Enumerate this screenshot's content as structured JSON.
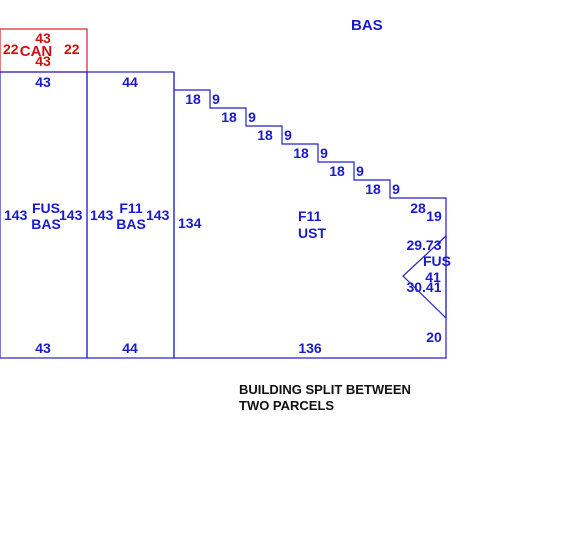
{
  "title_label": "BAS",
  "canopy": {
    "code": "CAN",
    "top": "43",
    "bottom": "43",
    "left": "22",
    "right": "22"
  },
  "section_a": {
    "top": "43",
    "bottom": "43",
    "left": "143",
    "right": "143",
    "code_line1": "FUS",
    "code_line2": "BAS"
  },
  "section_b": {
    "top": "44",
    "bottom": "44",
    "left": "143",
    "right": "143",
    "code_line1": "F11",
    "code_line2": "BAS"
  },
  "section_c": {
    "left": "134",
    "bottom": "136",
    "code_line1": "F11",
    "code_line2": "UST",
    "steps": [
      {
        "run": "18",
        "rise": "9"
      },
      {
        "run": "18",
        "rise": "9"
      },
      {
        "run": "18",
        "rise": "9"
      },
      {
        "run": "18",
        "rise": "9"
      },
      {
        "run": "18",
        "rise": "9"
      },
      {
        "run": "18",
        "rise": "9"
      }
    ],
    "top_right": "28",
    "right_upper": "19",
    "right_lower": "20"
  },
  "triangle": {
    "code_line1": "FUS",
    "code_line2": "41",
    "upper": "29.73",
    "lower": "30.41"
  },
  "note": {
    "line1": "BUILDING SPLIT BETWEEN",
    "line2": "TWO PARCELS"
  },
  "colors": {
    "outline": "#2020c8",
    "canopy": "#dd2222",
    "text": "#111111"
  }
}
